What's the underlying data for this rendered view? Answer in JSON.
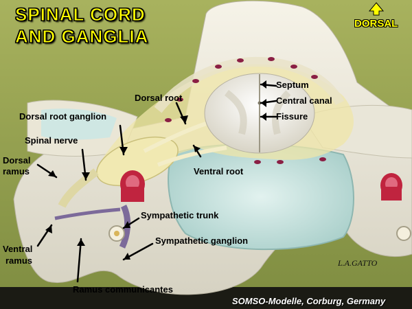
{
  "title": {
    "line1": "SPINAL CORD",
    "line2": "AND GANGLIA"
  },
  "orientation": {
    "label": "DORSAL",
    "icon": "up-arrow-icon"
  },
  "labels": {
    "septum": "Septum",
    "central_canal": "Central canal",
    "fissure": "Fissure",
    "dorsal_root": "Dorsal root",
    "dorsal_root_ganglion": "Dorsal root ganglion",
    "spinal_nerve": "Spinal nerve",
    "dorsal_ramus_1": "Dorsal",
    "dorsal_ramus_2": "ramus",
    "ventral_root": "Ventral root",
    "sympathetic_trunk": "Sympathetic trunk",
    "sympathetic_ganglion": "Sympathetic ganglion",
    "ventral_ramus_1": "Ventral",
    "ventral_ramus_2": "ramus",
    "ramus_communicantes": "Ramus communicantes"
  },
  "signature": "L.A.GATTO",
  "credit": "SOMSO-Modelle, Corburg, Germany",
  "colors": {
    "background": "#8c9a4c",
    "title": "#ffff00",
    "model": "#ece8d8",
    "nerve": "#d9cf8a",
    "vessel": "#c0243f",
    "canal": "#c6e3e0"
  }
}
